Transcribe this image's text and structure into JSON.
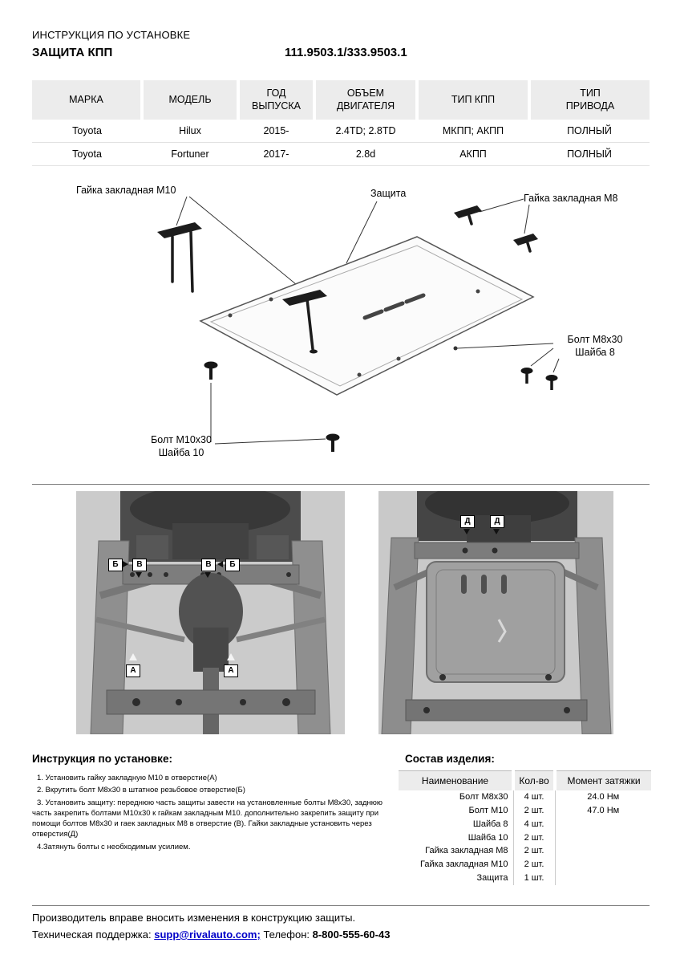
{
  "header": {
    "doc_type": "ИНСТРУКЦИЯ ПО УСТАНОВКЕ",
    "product": "ЗАЩИТА КПП",
    "part_numbers": "111.9503.1/333.9503.1"
  },
  "spec_table": {
    "headers": [
      "МАРКА",
      "МОДЕЛЬ",
      "ГОД\nВЫПУСКА",
      "ОБЪЕМ\nДВИГАТЕЛЯ",
      "ТИП КПП",
      "ТИП\nПРИВОДА"
    ],
    "rows": [
      [
        "Toyota",
        "Hilux",
        "2015-",
        "2.4TD; 2.8TD",
        "МКПП; АКПП",
        "ПОЛНЫЙ"
      ],
      [
        "Toyota",
        "Fortuner",
        "2017-",
        "2.8d",
        "АКПП",
        "ПОЛНЫЙ"
      ]
    ]
  },
  "diagram": {
    "labels": {
      "nut_m10": "Гайка закладная М10",
      "shield": "Защита",
      "nut_m8": "Гайка закладная М8",
      "bolt_m8": "Болт М8х30",
      "washer8": "Шайба 8",
      "bolt_m10": "Болт М10х30",
      "washer10": "Шайба 10"
    }
  },
  "photos": {
    "left_markers": [
      "Б",
      "В",
      "В",
      "Б",
      "А",
      "А"
    ],
    "right_markers": [
      "Д",
      "Д"
    ]
  },
  "install": {
    "title": "Инструкция по установке:",
    "steps": [
      "1. Установить гайку закладную М10 в отверстие(А)",
      "2. Вкрутить болт М8х30 в штатное резьбовое отверстие(Б)",
      "3. Установить защиту: переднюю часть защиты завести на установленные болты М8х30, заднюю часть закрепить болтами М10х30 к гайкам закладным М10. дополнительно закрепить защиту при помощи болтов М8х30 и гаек закладных М8 в отверстие (В). Гайки закладные установить через отверстия(Д)",
      "4.Затянуть болты с необходимым усилием."
    ]
  },
  "parts": {
    "title": "Состав изделия:",
    "headers": [
      "Наименование",
      "Кол-во",
      "Момент затяжки"
    ],
    "rows": [
      {
        "name": "Болт М8х30",
        "qty": "4 шт.",
        "torque": "24.0 Нм"
      },
      {
        "name": "Болт М10",
        "qty": "2 шт.",
        "torque": "47.0 Нм"
      },
      {
        "name": "Шайба 8",
        "qty": "4 шт.",
        "torque": ""
      },
      {
        "name": "Шайба 10",
        "qty": "2 шт.",
        "torque": ""
      },
      {
        "name": "Гайка закладная М8",
        "qty": "2 шт.",
        "torque": ""
      },
      {
        "name": "Гайка закладная М10",
        "qty": "2 шт.",
        "torque": ""
      },
      {
        "name": "Защита",
        "qty": "1 шт.",
        "torque": ""
      }
    ]
  },
  "footer": {
    "disclaimer": "Производитель вправе вносить изменения в конструкцию защиты.",
    "support_label": "Техническая поддержка:",
    "email": "supp@rivalauto.com;",
    "phone_label": "Телефон:",
    "phone": "8-800-555-60-43"
  }
}
